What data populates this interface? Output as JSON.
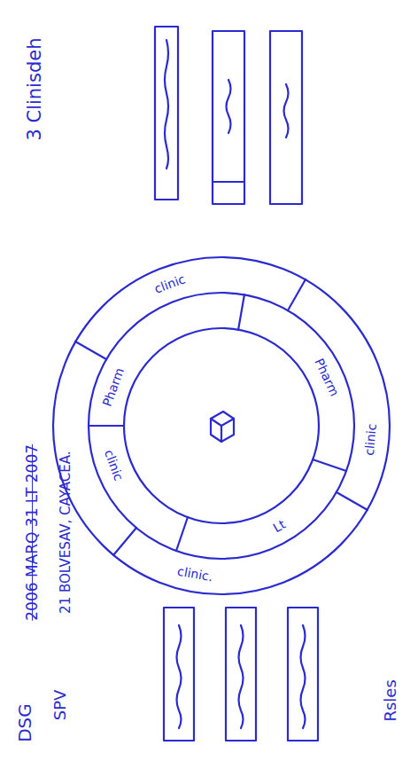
{
  "diagram": {
    "labels": [
      "DSG",
      "2006 MARQ 31 LT 2007",
      "SPV",
      "21 BOLVESAV, CAYACEA.",
      "3 Clinisdeh",
      "clinic",
      "Pharm",
      "clinic",
      "clinic.",
      "Lt",
      "clinic",
      "Pharm",
      "Rsles"
    ]
  }
}
